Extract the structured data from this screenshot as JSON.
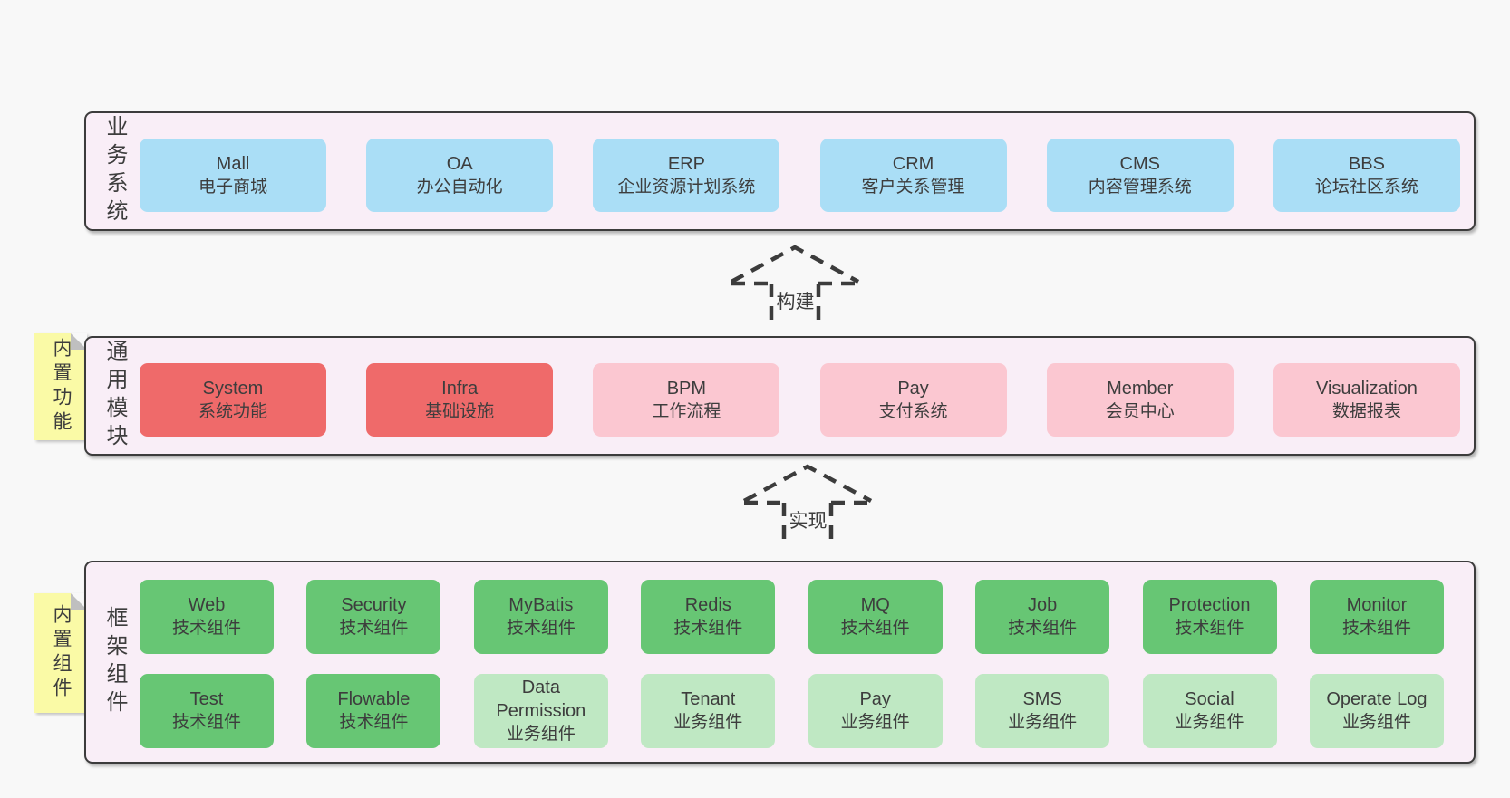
{
  "colors": {
    "canvas_bg": "#f8f8f8",
    "panel_bg": "#f9eef7",
    "panel_border": "#3c3c3c",
    "text": "#3d3d3d",
    "blue": "#aadef6",
    "red": "#ef6a6a",
    "pink": "#fbc7d1",
    "green_dark": "#67c674",
    "green_light": "#bfe8c3",
    "note_yellow": "#fafaa6",
    "fold_gray": "#bfbfbf"
  },
  "arrows": [
    {
      "label": "构建"
    },
    {
      "label": "实现"
    }
  ],
  "sections": [
    {
      "label": "业务系统",
      "items": [
        {
          "name": "Mall",
          "desc": "电子商城"
        },
        {
          "name": "OA",
          "desc": "办公自动化"
        },
        {
          "name": "ERP",
          "desc": "企业资源计划系统"
        },
        {
          "name": "CRM",
          "desc": "客户关系管理"
        },
        {
          "name": "CMS",
          "desc": "内容管理系统"
        },
        {
          "name": "BBS",
          "desc": "论坛社区系统"
        }
      ]
    },
    {
      "label": "通用模块",
      "note": "内置功能",
      "items": [
        {
          "name": "System",
          "desc": "系统功能"
        },
        {
          "name": "Infra",
          "desc": "基础设施"
        },
        {
          "name": "BPM",
          "desc": "工作流程"
        },
        {
          "name": "Pay",
          "desc": "支付系统"
        },
        {
          "name": "Member",
          "desc": "会员中心"
        },
        {
          "name": "Visualization",
          "desc": "数据报表"
        }
      ]
    },
    {
      "label": "框架组件",
      "note": "内置组件",
      "rows": [
        [
          {
            "name": "Web",
            "desc": "技术组件"
          },
          {
            "name": "Security",
            "desc": "技术组件"
          },
          {
            "name": "MyBatis",
            "desc": "技术组件"
          },
          {
            "name": "Redis",
            "desc": "技术组件"
          },
          {
            "name": "MQ",
            "desc": "技术组件"
          },
          {
            "name": "Job",
            "desc": "技术组件"
          },
          {
            "name": "Protection",
            "desc": "技术组件"
          },
          {
            "name": "Monitor",
            "desc": "技术组件"
          }
        ],
        [
          {
            "name": "Test",
            "desc": "技术组件"
          },
          {
            "name": "Flowable",
            "desc": "技术组件"
          },
          {
            "name": "Data Permission",
            "desc": "业务组件"
          },
          {
            "name": "Tenant",
            "desc": "业务组件"
          },
          {
            "name": "Pay",
            "desc": "业务组件"
          },
          {
            "name": "SMS",
            "desc": "业务组件"
          },
          {
            "name": "Social",
            "desc": "业务组件"
          },
          {
            "name": "Operate Log",
            "desc": "业务组件"
          }
        ]
      ]
    }
  ]
}
